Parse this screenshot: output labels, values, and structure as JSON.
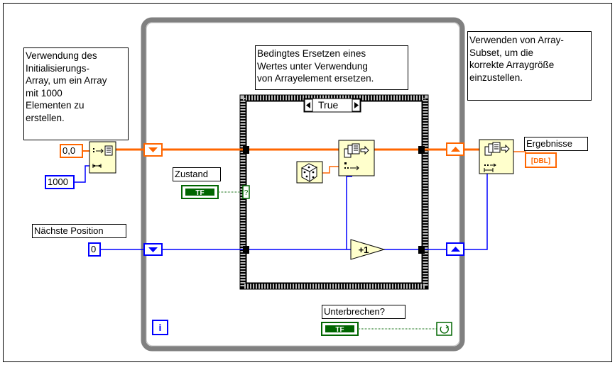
{
  "comments": {
    "left": "Verwendung des\nInitialisierungs-\nArray, um ein Array\nmit 1000\nElementen zu\nerstellen.",
    "middle": "Bedingtes Ersetzen eines\nWertes unter Verwendung\nvon Arrayelement ersetzen.",
    "right": "Verwenden von Array-\nSubset, um die\nkorrekte Arraygröße\neinzustellen."
  },
  "constants": {
    "initial_value": "0,0",
    "array_size": "1000",
    "start_position": "0"
  },
  "labels": {
    "zustand": "Zustand",
    "naechste_position": "Nächste Position",
    "unterbrechen": "Unterbrechen?",
    "ergebnisse": "Ergebnisse"
  },
  "terminals": {
    "boolean_text": "TF",
    "dbl_text": "[DBL]",
    "iteration_text": "i",
    "selector_question": "?"
  },
  "case_structure": {
    "selector_value": "True"
  },
  "nodes": {
    "increment_label": "+1"
  },
  "colors": {
    "orange_wire": "#ff6600",
    "blue_wire": "#0000ff",
    "green_wire": "#006600",
    "loop_border": "#808080",
    "node_fill": "#ffffcc"
  }
}
